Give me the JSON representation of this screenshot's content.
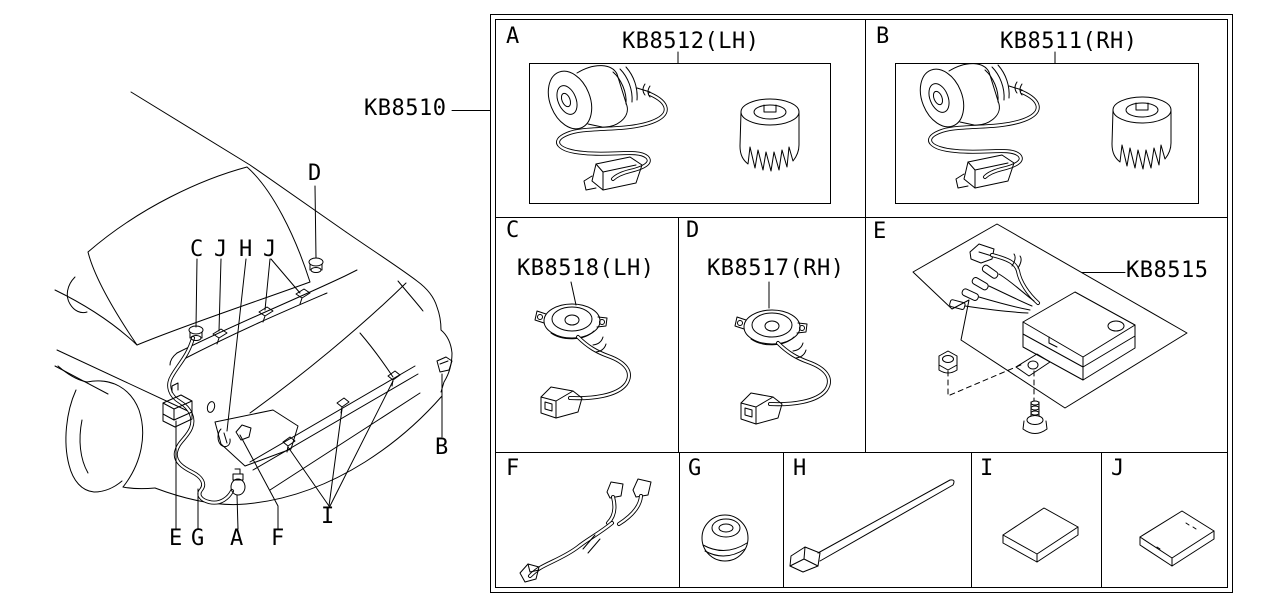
{
  "diagram": {
    "main_part_number": "KB8510",
    "background_color": "#ffffff",
    "line_color": "#000000",
    "panels": [
      {
        "letter": "A",
        "part_number": "KB8512(LH)",
        "content": "tweeter-speaker-kit"
      },
      {
        "letter": "B",
        "part_number": "KB8511(RH)",
        "content": "tweeter-speaker-kit"
      },
      {
        "letter": "C",
        "part_number": "KB8518(LH)",
        "content": "rear-speaker-with-harness"
      },
      {
        "letter": "D",
        "part_number": "KB8517(RH)",
        "content": "rear-speaker-with-harness"
      },
      {
        "letter": "E",
        "part_number": "KB8515",
        "content": "amplifier-kit"
      },
      {
        "letter": "F",
        "content": "wiring-sub-harness"
      },
      {
        "letter": "G",
        "content": "grommet"
      },
      {
        "letter": "H",
        "content": "cable-tie"
      },
      {
        "letter": "I",
        "content": "pad"
      },
      {
        "letter": "J",
        "content": "pad"
      }
    ],
    "car_callouts": [
      "C",
      "J",
      "H",
      "J",
      "D",
      "B",
      "E",
      "G",
      "A",
      "F",
      "I"
    ]
  }
}
